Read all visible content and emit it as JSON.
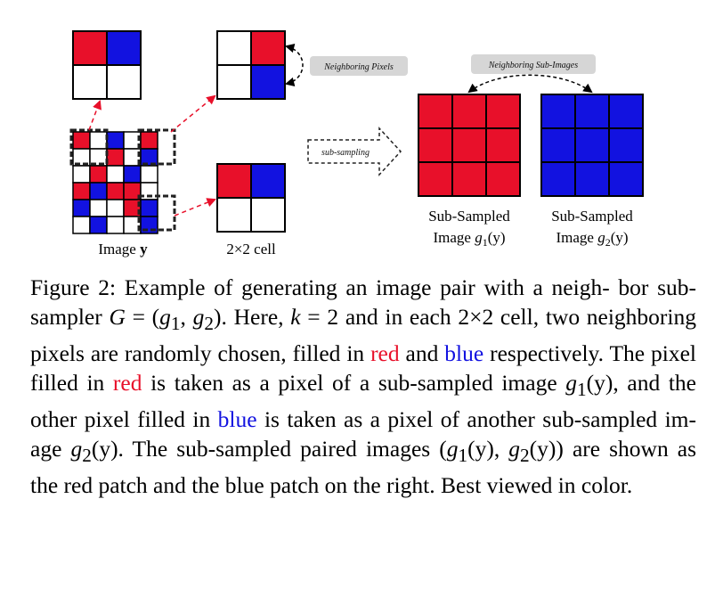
{
  "figure": {
    "grid_cells": [
      [
        "R",
        "W",
        "B",
        "W",
        "R"
      ],
      [
        "W",
        "W",
        "R",
        "W",
        "B"
      ],
      [
        "W",
        "R",
        "W",
        "B",
        "W"
      ],
      [
        "R",
        "B",
        "R",
        "R",
        "W"
      ],
      [
        "B",
        "W",
        "W",
        "R",
        "B"
      ],
      [
        "W",
        "B",
        "W",
        "W",
        "B"
      ]
    ],
    "image_label_prefix": "Image ",
    "image_label_var": "y",
    "cell_label": "2×2 cell",
    "neighboring_pixels_tag": "Neighboring Pixels",
    "neighboring_subimages_tag": "Neighboring Sub-Images",
    "subsampling_label": "sub-sampling",
    "sub1_line1": "Sub-Sampled",
    "sub1_line2_prefix": "Image ",
    "sub1_func": "g",
    "sub1_sub": "1",
    "sub1_arg": "(y)",
    "sub2_line1": "Sub-Sampled",
    "sub2_line2_prefix": "Image ",
    "sub2_func": "g",
    "sub2_sub": "2",
    "sub2_arg": "(y)",
    "colors": {
      "red": "#e8102a",
      "blue": "#1212e0",
      "tag_bg": "#d6d6d6"
    }
  },
  "caption": {
    "s1": "Figure 2: Example of generating an image pair with a neigh- bor sub-sampler ",
    "s2": "G",
    "s3": " = (",
    "s4": "g",
    "s5": "1",
    "s6": ", ",
    "s7": "g",
    "s8": "2",
    "s9": "). Here, ",
    "s10": "k",
    "s11": " = 2 and in each 2×2 cell, two neighboring pixels are randomly chosen, filled in ",
    "red1": "red",
    "s12": " and ",
    "blue1": "blue",
    "s13": " respectively. The pixel filled in ",
    "red2": "red",
    "s14": " is taken as a pixel of a sub-sampled image ",
    "s15": "g",
    "s16": "1",
    "s17": "(y), and the other pixel filled in ",
    "blue2": "blue",
    "s18": " is taken as a pixel of another sub-sampled im- age ",
    "s19": "g",
    "s20": "2",
    "s21": "(y). The sub-sampled paired images (",
    "s22": "g",
    "s23": "1",
    "s24": "(y), ",
    "s25": "g",
    "s26": "2",
    "s27": "(y)) are shown as the red patch and the blue patch on the right. Best viewed in color."
  }
}
